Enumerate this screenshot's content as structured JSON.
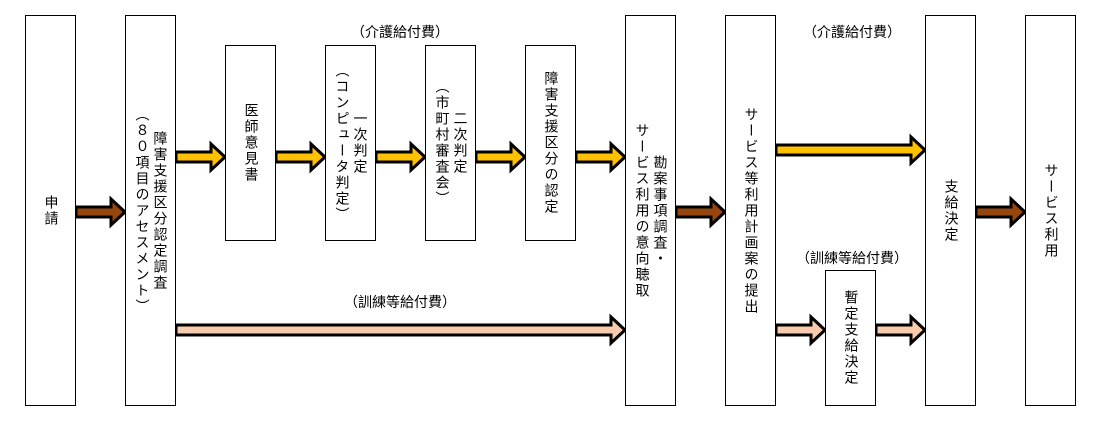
{
  "colors": {
    "brown": "#97470D",
    "yellow": "#FFC000",
    "peach": "#F8CBAD",
    "outline": "#000000"
  },
  "boxes": [
    {
      "id": "application",
      "lines": [
        "申請"
      ]
    },
    {
      "id": "assessment",
      "lines": [
        "障害支援区分認定調査",
        "（８０項目のアセスメント）"
      ]
    },
    {
      "id": "doctor-opinion",
      "lines": [
        "医師意見書"
      ]
    },
    {
      "id": "first-judgment",
      "lines": [
        "一次判定",
        "（コンピュータ判定）"
      ]
    },
    {
      "id": "second-judgment",
      "lines": [
        "二次判定",
        "（市町村審査会）"
      ]
    },
    {
      "id": "category-certification",
      "lines": [
        "障害支援区分の認定"
      ]
    },
    {
      "id": "hearing",
      "lines": [
        "勘案事項調査・",
        "サービス利用の意向聴取"
      ]
    },
    {
      "id": "plan-submission",
      "lines": [
        "サービス等利用計画案の提出"
      ]
    },
    {
      "id": "provisional-decision",
      "lines": [
        "暫定支給決定"
      ]
    },
    {
      "id": "payment-decision",
      "lines": [
        "支給決定"
      ]
    },
    {
      "id": "service-use",
      "lines": [
        "サービス利用"
      ]
    }
  ],
  "labels": {
    "care_benefit_1": "（介護給付費）",
    "care_benefit_2": "（介護給付費）",
    "training_benefit_1": "（訓練等給付費）",
    "training_benefit_2": "（訓練等給付費）"
  },
  "arrows": [
    {
      "from": "application",
      "to": "assessment",
      "type": "brown"
    },
    {
      "from": "assessment",
      "to": "doctor-opinion",
      "type": "yellow"
    },
    {
      "from": "doctor-opinion",
      "to": "first-judgment",
      "type": "yellow"
    },
    {
      "from": "first-judgment",
      "to": "second-judgment",
      "type": "yellow"
    },
    {
      "from": "second-judgment",
      "to": "category-certification",
      "type": "yellow"
    },
    {
      "from": "category-certification",
      "to": "hearing",
      "type": "yellow"
    },
    {
      "from": "assessment",
      "to": "hearing",
      "type": "peach"
    },
    {
      "from": "hearing",
      "to": "plan-submission",
      "type": "brown"
    },
    {
      "from": "plan-submission",
      "to": "payment-decision",
      "type": "yellow"
    },
    {
      "from": "plan-submission",
      "to": "provisional-decision",
      "type": "peach"
    },
    {
      "from": "provisional-decision",
      "to": "payment-decision",
      "type": "peach"
    },
    {
      "from": "payment-decision",
      "to": "service-use",
      "type": "brown"
    }
  ]
}
